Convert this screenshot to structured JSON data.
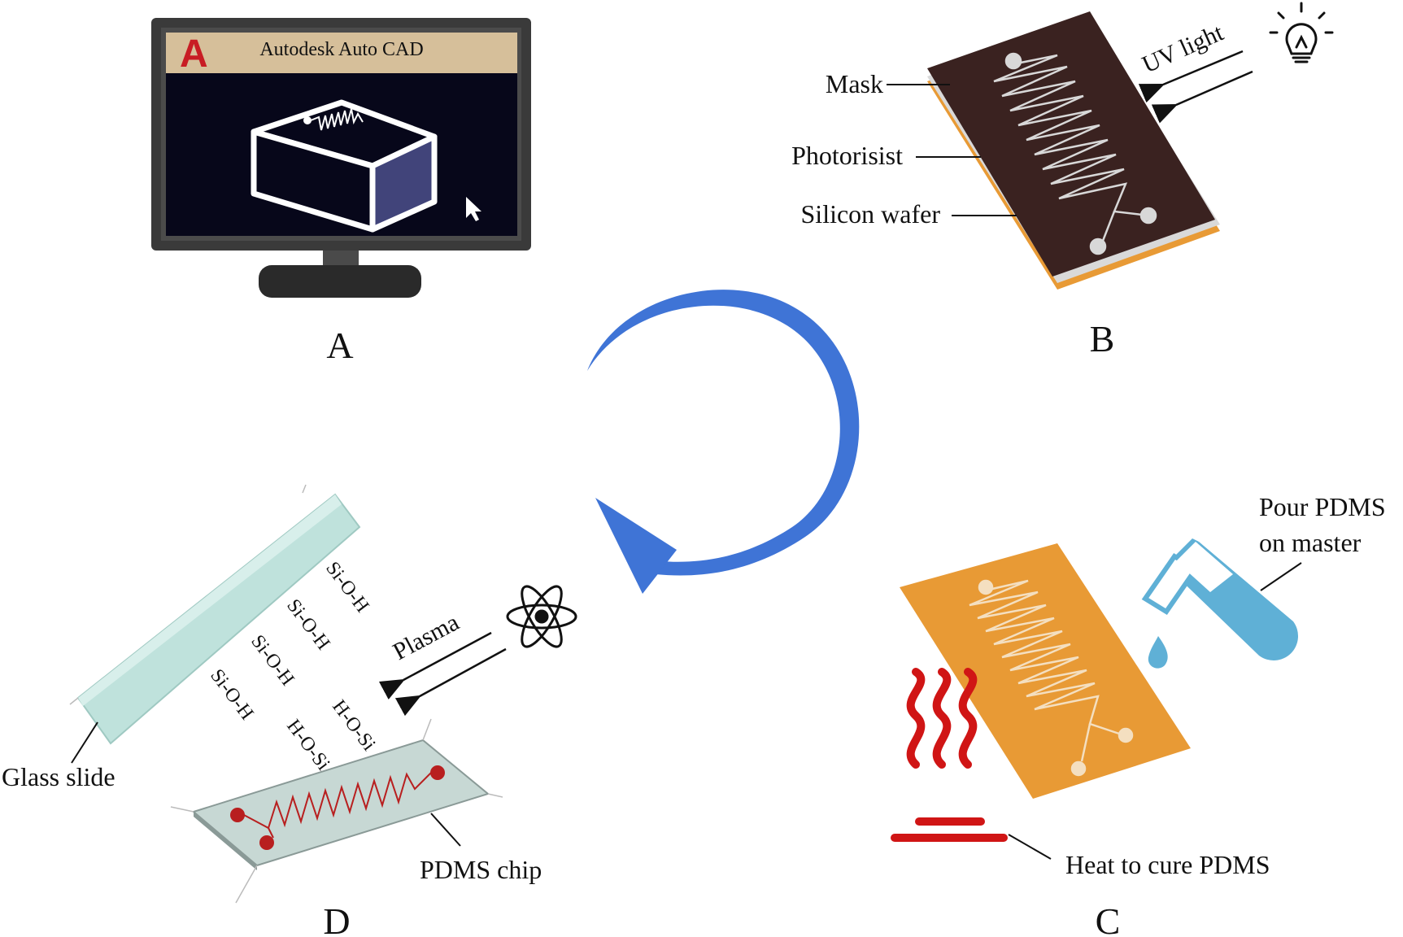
{
  "panel_a": {
    "letter": "A",
    "window_title": "Autodesk Auto CAD",
    "logo_glyph": "A",
    "logo_color": "#c81c24"
  },
  "panel_b": {
    "letter": "B",
    "mask_label": "Mask",
    "photoresist_label": "Photorisist",
    "wafer_label": "Silicon wafer",
    "uv_label": "UV light",
    "icon": "light-bulb-icon"
  },
  "panel_c": {
    "letter": "C",
    "pour_label_line1": "Pour PDMS",
    "pour_label_line2": "on master",
    "heat_label": "Heat to cure PDMS",
    "icon": "heat-icon",
    "heat_color": "#d01515",
    "pdms_color": "#5fb0d6"
  },
  "panel_d": {
    "letter": "D",
    "plasma_label": "Plasma",
    "glass_label": "Glass slide",
    "chip_label": "PDMS chip",
    "icon": "atom-icon",
    "glass_groups": [
      "Si-O-H",
      "Si-O-H",
      "Si-O-H",
      "Si-O-H"
    ],
    "chip_groups": [
      "H-O-Si",
      "H-O-Si"
    ]
  },
  "colors": {
    "cycle_arrow": "#3f74d6",
    "mask": "#3a2220",
    "orange": "#e89a35",
    "glass": "#bfe2dc"
  }
}
